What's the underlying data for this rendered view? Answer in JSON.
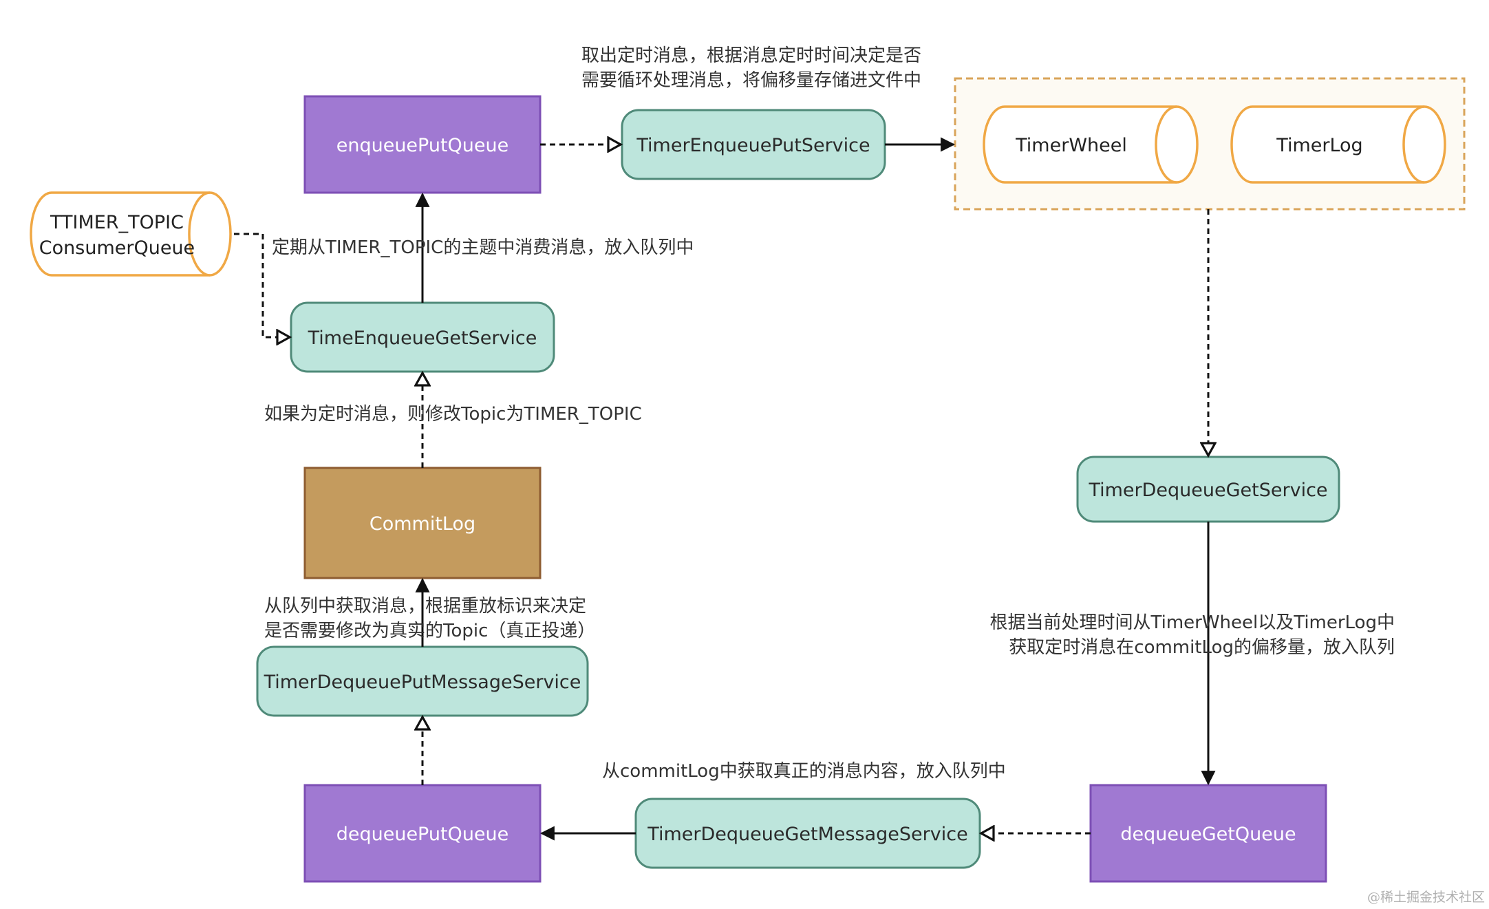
{
  "colors": {
    "queue_fill": "#a079d2",
    "queue_stroke": "#7d4fb5",
    "service_fill": "#bde5dc",
    "service_stroke": "#4f8a79",
    "commitlog_fill": "#c49b5e",
    "commitlog_stroke": "#8e5d32",
    "storage_stroke": "#f0a845",
    "group_stroke": "#d9a45a",
    "group_fill": "#fdfaf3",
    "arrow": "#111111"
  },
  "nodes": {
    "enqueue_put_queue": "enqueuePutQueue",
    "timer_enqueue_put_service": "TimerEnqueuePutService",
    "timer_wheel": "TimerWheel",
    "timer_log": "TimerLog",
    "consumer_queue_line1": "TTIMER_TOPIC",
    "consumer_queue_line2": "ConsumerQueue",
    "time_enqueue_get_service": "TimeEnqueueGetService",
    "commit_log": "CommitLog",
    "timer_dequeue_put_message_service": "TimerDequeuePutMessageService",
    "dequeue_put_queue": "dequeuePutQueue",
    "timer_dequeue_get_message_service": "TimerDequeueGetMessageService",
    "dequeue_get_queue": "dequeueGetQueue",
    "timer_dequeue_get_service": "TimerDequeueGetService"
  },
  "annotations": {
    "put_service_line1": "取出定时消息，根据消息定时时间决定是否",
    "put_service_line2": "需要循环处理消息，将偏移量存储进文件中",
    "consume_periodic": "定期从TIMER_TOPIC的主题中消费消息，放入队列中",
    "modify_topic": "如果为定时消息，则修改Topic为TIMER_TOPIC",
    "replay_line1": "从队列中获取消息，根据重放标识来决定",
    "replay_line2": "是否需要修改为真实的Topic（真正投递）",
    "get_message": "从commitLog中获取真正的消息内容，放入队列中",
    "dequeue_line1": "根据当前处理时间从TimerWheel以及TimerLog中",
    "dequeue_line2": "获取定时消息在commitLog的偏移量，放入队列"
  },
  "watermark": "@稀土掘金技术社区"
}
